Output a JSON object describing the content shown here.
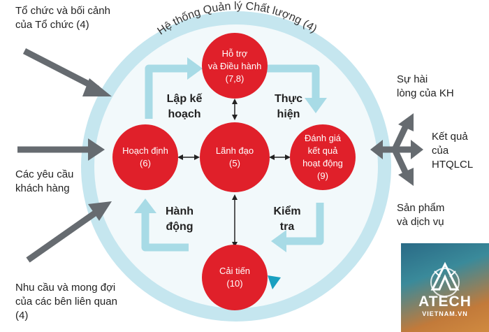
{
  "diagram": {
    "ring_title": "Hệ thống Quản lý Chất lượng (4)",
    "nodes": {
      "support": "Hỗ trợ\nvà Điều hành\n(7,8)",
      "planning": "Hoạch định\n(6)",
      "leadership": "Lãnh đạo\n(5)",
      "evaluation": "Đánh giá\nkết quả\nhoạt động\n(9)",
      "improvement": "Cải tiến\n(10)"
    },
    "cycle_labels": {
      "plan": "Lập kế\nhoạch",
      "do": "Thực\nhiện",
      "check": "Kiểm\ntra",
      "act": "Hành\nđộng"
    },
    "inputs": {
      "context": "Tổ chức và bối cảnh\ncủa Tổ chức (4)",
      "requirements": "Các yêu cầu\nkhách hàng",
      "needs": "Nhu cầu và mong đợi\ncủa các bên liên quan\n(4)"
    },
    "outputs": {
      "satisfaction": "Sự hài\nlòng của KH",
      "results": "Kết quả\ncủa\nHTQLCL",
      "products": "Sản phẩm\nvà dịch vụ"
    },
    "logo": {
      "brand": "ATECH",
      "domain": "VIETNAM.VN"
    },
    "colors": {
      "node": "#e0202a",
      "ring": "#c5e6ef",
      "ring_inner": "#f2f9fb",
      "arrow_cycle": "#a8dbe6",
      "arrow_grey": "#666b70"
    }
  }
}
